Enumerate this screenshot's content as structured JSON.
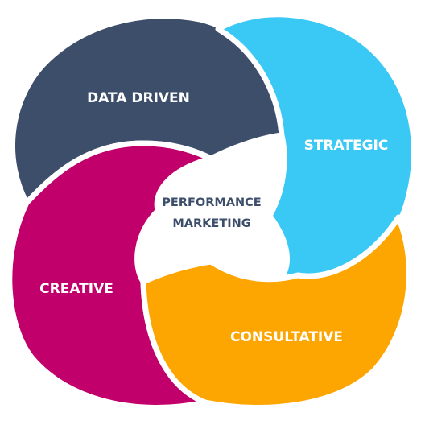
{
  "diagram": {
    "center": {
      "line1": "PERFORMANCE",
      "line2": "MARKETING"
    },
    "petals": [
      {
        "id": "data-driven",
        "label": "DATA DRIVEN",
        "color": "#3d4e6b"
      },
      {
        "id": "strategic",
        "label": "STRATEGIC",
        "color": "#3ac8f5"
      },
      {
        "id": "creative",
        "label": "CREATIVE",
        "color": "#c2006b"
      },
      {
        "id": "consultative",
        "label": "CONSULTATIVE",
        "color": "#fda500"
      }
    ]
  }
}
